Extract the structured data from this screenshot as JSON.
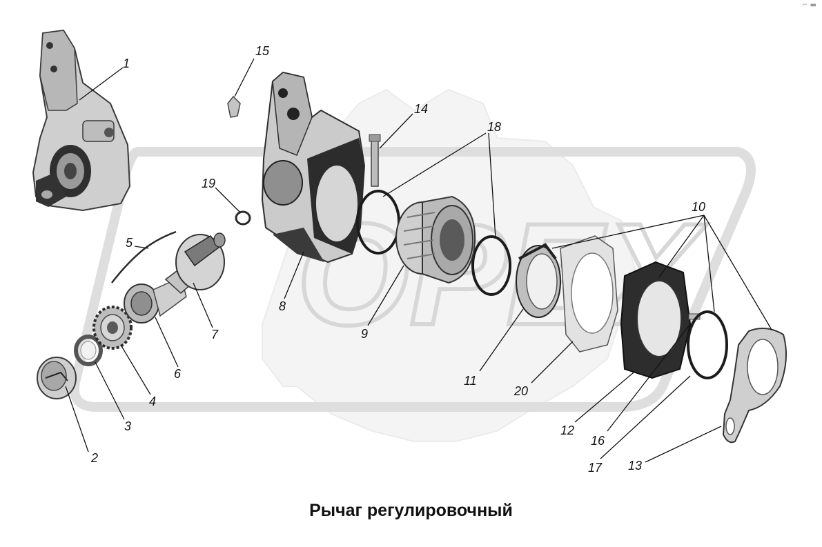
{
  "title": "Рычаг регулировочный",
  "colors": {
    "background": "#ffffff",
    "watermark": "#e6e6e6",
    "part_fill": "#c9c9c9",
    "part_dark": "#2e2e2e",
    "leader": "#111111"
  },
  "watermark": "OPEX",
  "corner_mark": "⌐ ▬",
  "callouts": [
    "1",
    "2",
    "3",
    "4",
    "5",
    "6",
    "7",
    "8",
    "9",
    "10",
    "11",
    "12",
    "13",
    "14",
    "15",
    "16",
    "17",
    "18",
    "19",
    "20"
  ]
}
